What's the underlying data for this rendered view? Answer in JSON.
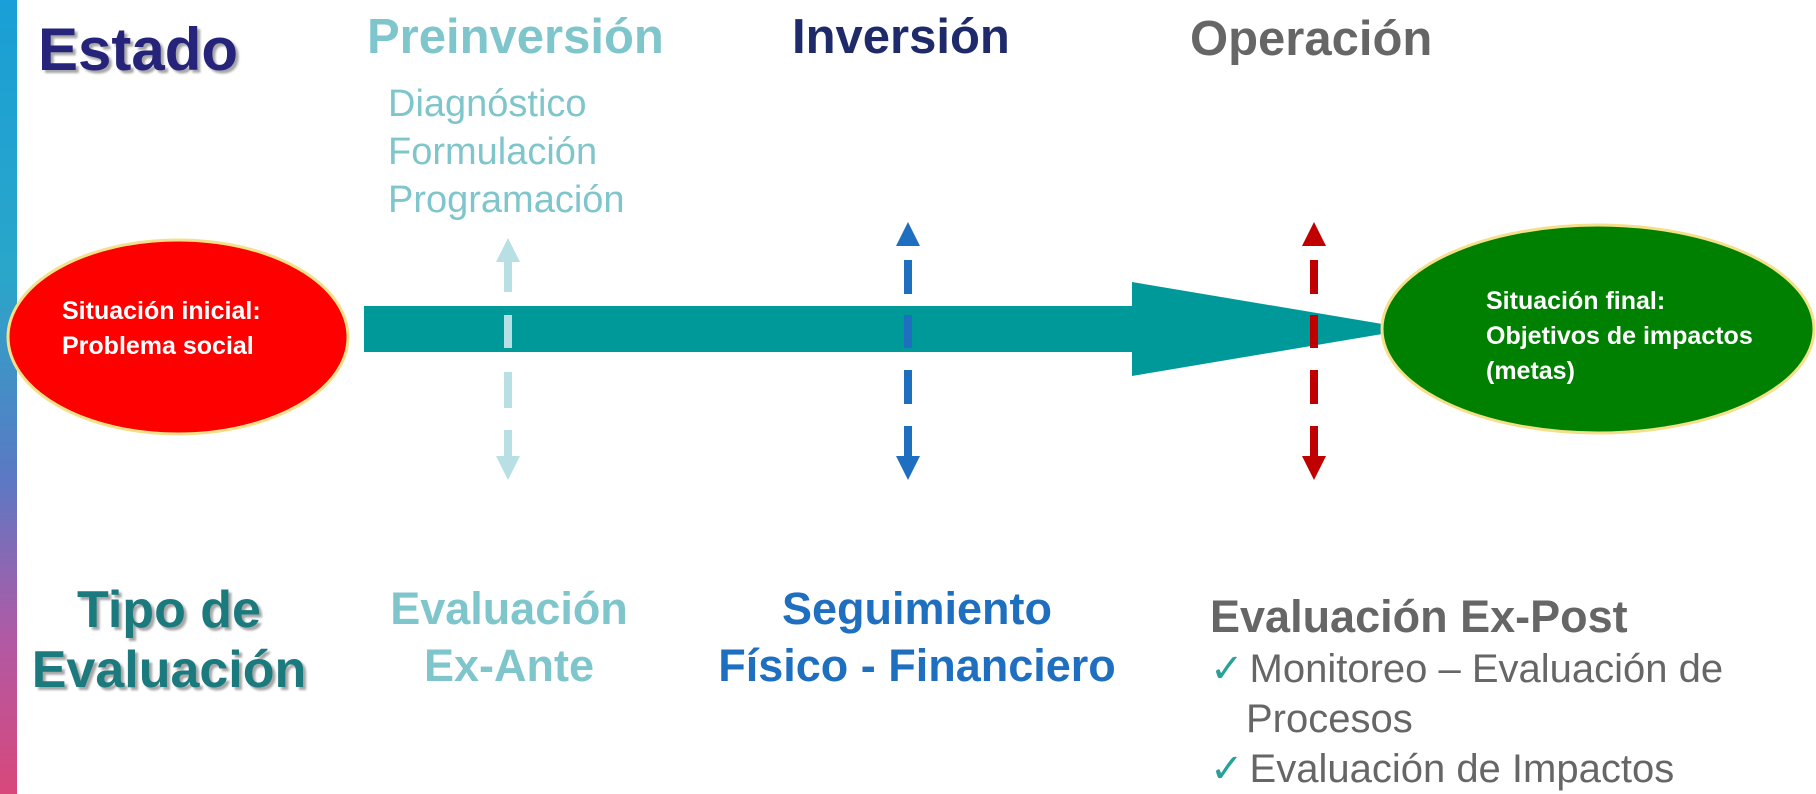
{
  "header": {
    "state_title": "Estado",
    "phases": {
      "preinversion": "Preinversión",
      "inversion": "Inversión",
      "operacion": "Operación"
    },
    "preinversion_steps": [
      "Diagnóstico",
      "Formulación",
      "Programación"
    ]
  },
  "initial_state": {
    "line1": "Situación inicial:",
    "line2": "Problema social",
    "color": "#ff0000"
  },
  "final_state": {
    "line1": "Situación final:",
    "line2": "Objetivos de impactos",
    "line3": "(metas)",
    "color": "#008000"
  },
  "evaluation": {
    "title_line1": "Tipo de",
    "title_line2": "Evaluación",
    "ex_ante": {
      "line1": "Evaluación",
      "line2": "Ex-Ante"
    },
    "seguimiento": {
      "line1": "Seguimiento",
      "line2": "Físico - Financiero"
    },
    "ex_post": {
      "title": "Evaluación Ex-Post",
      "items": [
        "Monitoreo – Evaluación de",
        "Procesos",
        "Evaluación de Impactos"
      ]
    }
  },
  "colors": {
    "main_arrow": "#00999a",
    "preinversion": "#7fc6cc",
    "inversion": "#1f2a6b",
    "operacion": "#666666",
    "evaluation_title": "#1a7a7e",
    "seguimiento": "#1f6fc0",
    "ex_post_arrow": "#c00000"
  }
}
